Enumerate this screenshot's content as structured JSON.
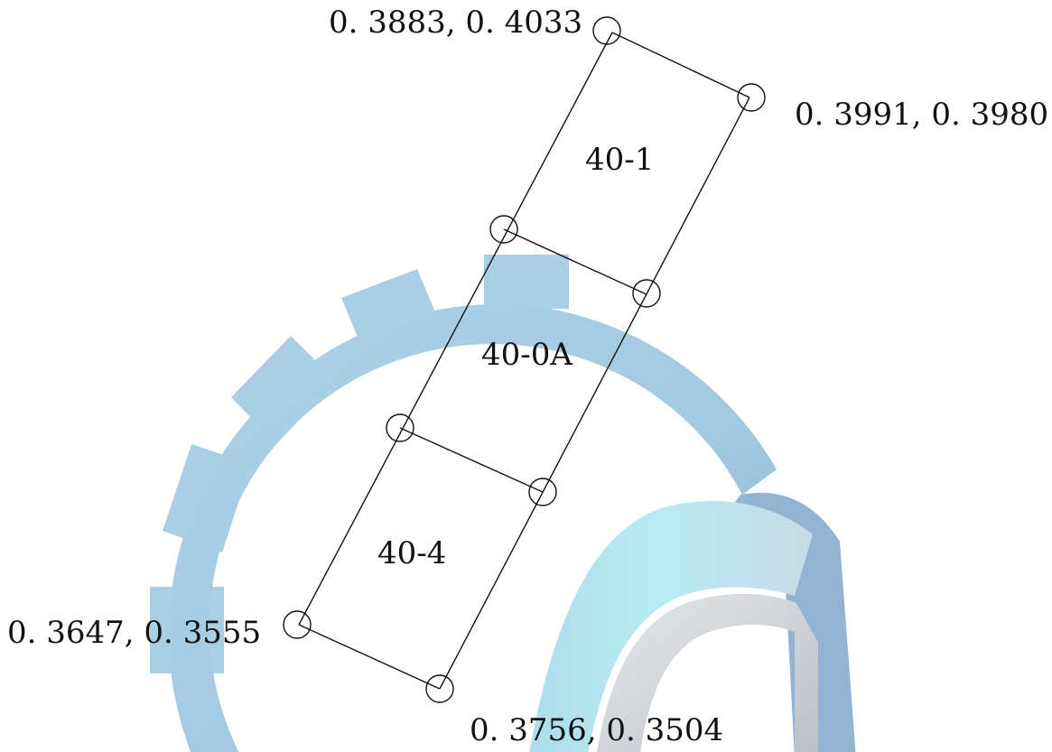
{
  "diagram": {
    "corner_labels": {
      "top_left": "0. 3883, 0. 4033",
      "top_right": "0. 3991, 0. 3980",
      "bottom_left": "0. 3647, 0. 3555",
      "bottom_right": "0. 3756, 0. 3504"
    },
    "regions": [
      "40-1",
      "40-0A",
      "40-4"
    ]
  },
  "colors": {
    "line": "#111111",
    "watermark_blue": "#9cc6e0",
    "watermark_blue_dark": "#86a9c9",
    "watermark_cyan": "#b4eaf4",
    "watermark_silver": "#d2d5d8",
    "watermark_gray": "#b7bcc2"
  }
}
